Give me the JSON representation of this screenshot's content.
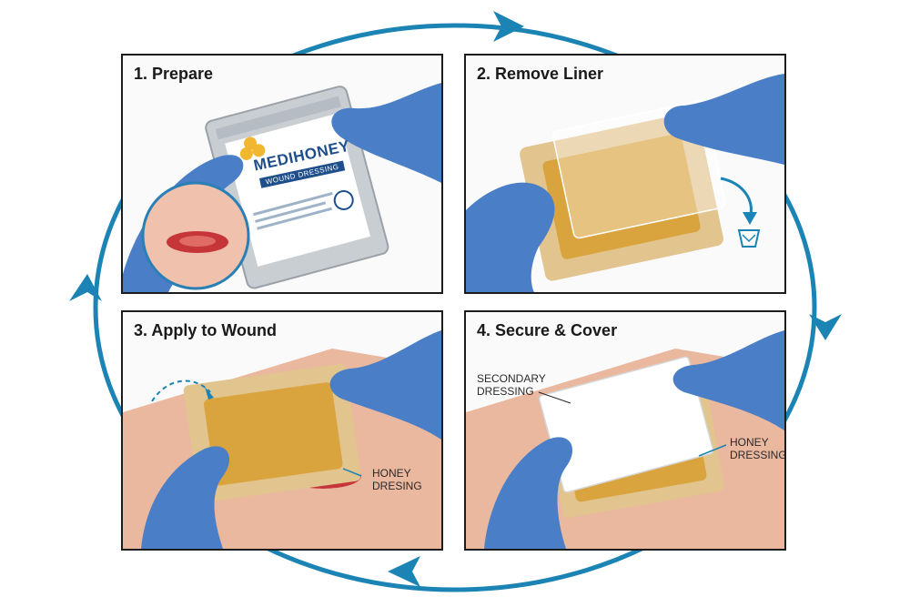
{
  "steps": [
    {
      "title": "1. Prepare"
    },
    {
      "title": "2. Remove Liner"
    },
    {
      "title": "3. Apply to Wound"
    },
    {
      "title": "4. Secure & Cover"
    }
  ],
  "package": {
    "brand": "MEDIHONEY",
    "subtitle": "WOUND DRESSING"
  },
  "callouts": {
    "step3_honey": [
      "HONEY",
      "DRESING"
    ],
    "step4_secondary": [
      "SECONDARY",
      "DRESSING"
    ],
    "step4_honey": [
      "HONEY",
      "DRESSING"
    ]
  },
  "colors": {
    "cycle_arrow": "#1b84b4",
    "glove": "#4a7fc8",
    "honey": "#d9a33e",
    "pad": "#e2c48e",
    "skin": "#eab79f",
    "wound": "#c5353a"
  },
  "icons": [
    "cycle-arrow-icon",
    "curved-arrow-icon",
    "trash-bin-icon"
  ]
}
